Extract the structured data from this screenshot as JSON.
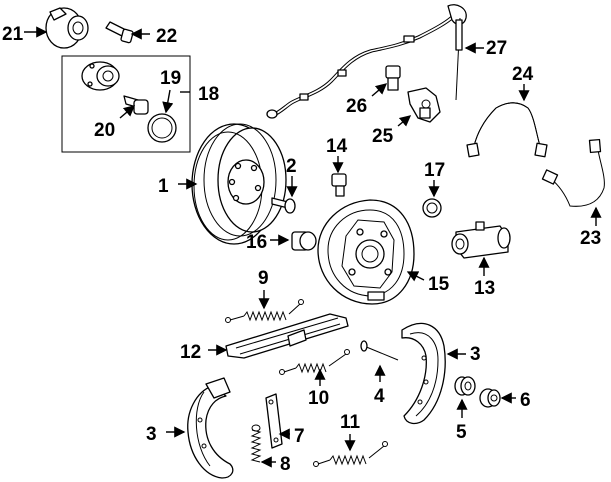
{
  "diagram": {
    "colors": {
      "ink": "#000000",
      "background": "#ffffff"
    },
    "callouts": [
      {
        "id": "c21",
        "label": "21"
      },
      {
        "id": "c22",
        "label": "22"
      },
      {
        "id": "c18",
        "label": "18"
      },
      {
        "id": "c19",
        "label": "19"
      },
      {
        "id": "c20",
        "label": "20"
      },
      {
        "id": "c27",
        "label": "27"
      },
      {
        "id": "c24",
        "label": "24"
      },
      {
        "id": "c26",
        "label": "26"
      },
      {
        "id": "c25",
        "label": "25"
      },
      {
        "id": "c14",
        "label": "14"
      },
      {
        "id": "c2",
        "label": "2"
      },
      {
        "id": "c17",
        "label": "17"
      },
      {
        "id": "c1",
        "label": "1"
      },
      {
        "id": "c23",
        "label": "23"
      },
      {
        "id": "c16",
        "label": "16"
      },
      {
        "id": "c15",
        "label": "15"
      },
      {
        "id": "c13",
        "label": "13"
      },
      {
        "id": "c9",
        "label": "9"
      },
      {
        "id": "c12",
        "label": "12"
      },
      {
        "id": "c3a",
        "label": "3"
      },
      {
        "id": "c10",
        "label": "10"
      },
      {
        "id": "c4",
        "label": "4"
      },
      {
        "id": "c6",
        "label": "6"
      },
      {
        "id": "c5",
        "label": "5"
      },
      {
        "id": "c3b",
        "label": "3"
      },
      {
        "id": "c7",
        "label": "7"
      },
      {
        "id": "c11",
        "label": "11"
      },
      {
        "id": "c8",
        "label": "8"
      }
    ]
  }
}
